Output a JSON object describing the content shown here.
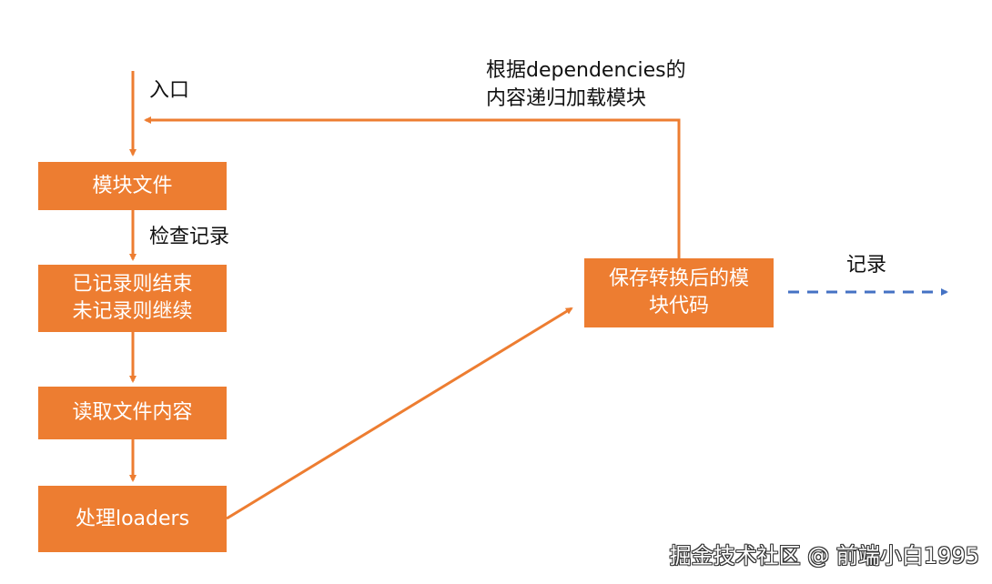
{
  "colors": {
    "box_fill": "#ED7D31",
    "arrow": "#ED7D31",
    "dashed_arrow": "#4472C4",
    "text": "#111111"
  },
  "nodes": {
    "module_file": {
      "label": "模块文件"
    },
    "check_recorded": {
      "line1": "已记录则结束",
      "line2": "未记录则继续"
    },
    "read_file": {
      "label": "读取文件内容"
    },
    "process_loaders": {
      "label": "处理loaders"
    },
    "save_transformed": {
      "line1": "保存转换后的模",
      "line2": "块代码"
    }
  },
  "edge_labels": {
    "entry": "入口",
    "check_record": "检查记录",
    "recursive_line1": "根据dependencies的",
    "recursive_line2": "内容递归加载模块",
    "record": "记录"
  },
  "watermark": "掘金技术社区 @ 前端小白1995"
}
